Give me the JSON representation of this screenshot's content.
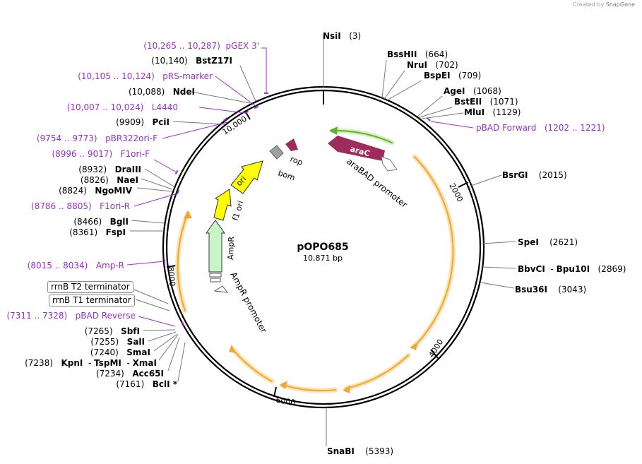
{
  "credit": {
    "prefix": "Created by",
    "brand": "SnapGene"
  },
  "plasmid": {
    "name": "pOPO685",
    "length_label": "10,871 bp",
    "length": 10871
  },
  "sites": [
    {
      "name": "NsiI",
      "pos": "(3)"
    },
    {
      "name": "BssHII",
      "pos": "(664)"
    },
    {
      "name": "NruI",
      "pos": "(702)"
    },
    {
      "name": "BspEI",
      "pos": "(709)"
    },
    {
      "name": "AgeI",
      "pos": "(1068)"
    },
    {
      "name": "BstEII",
      "pos": "(1071)"
    },
    {
      "name": "MluI",
      "pos": "(1129)"
    },
    {
      "name": "BsrGI",
      "pos": "(2015)"
    },
    {
      "name": "SpeI",
      "pos": "(2621)"
    },
    {
      "name": "BbvCI",
      "name2": "Bpu10I",
      "pos": "(2869)"
    },
    {
      "name": "Bsu36I",
      "pos": "(3043)"
    },
    {
      "name": "SnaBI",
      "pos": "(5393)"
    },
    {
      "name": "BclI *",
      "pos": "(7161)"
    },
    {
      "name": "Acc65I",
      "pos": "(7234)"
    },
    {
      "name": "KpnI",
      "name2": "TspMI",
      "name3": "XmaI",
      "pos": "(7238)"
    },
    {
      "name": "SmaI",
      "pos": "(7240)"
    },
    {
      "name": "SalI",
      "pos": "(7255)"
    },
    {
      "name": "SbfI",
      "pos": "(7265)"
    },
    {
      "name": "FspI",
      "pos": "(8361)"
    },
    {
      "name": "BglI",
      "pos": "(8466)"
    },
    {
      "name": "NgoMIV",
      "pos": "(8824)"
    },
    {
      "name": "NaeI",
      "pos": "(8826)"
    },
    {
      "name": "DraIII",
      "pos": "(8932)"
    },
    {
      "name": "PciI",
      "pos": "(9909)"
    },
    {
      "name": "NdeI",
      "pos": "(10,088)"
    },
    {
      "name": "BstZ17I",
      "pos": "(10,140)"
    }
  ],
  "primers": [
    {
      "name": "pGEX 3'",
      "pos": "(10,265 .. 10,287)"
    },
    {
      "name": "pRS-marker",
      "pos": "(10,105 .. 10,124)"
    },
    {
      "name": "L4440",
      "pos": "(10,007 .. 10,024)"
    },
    {
      "name": "pBR322ori-F",
      "pos": "(9754 .. 9773)"
    },
    {
      "name": "F1ori-F",
      "pos": "(8996 .. 9017)"
    },
    {
      "name": "F1ori-R",
      "pos": "(8786 .. 8805)"
    },
    {
      "name": "Amp-R",
      "pos": "(8015 .. 8034)"
    },
    {
      "name": "pBAD Reverse",
      "pos": "(7311 .. 7328)"
    },
    {
      "name": "pBAD Forward",
      "pos": "(1202 .. 1221)"
    }
  ],
  "terminators": [
    "rrnB T2 terminator",
    "rrnB T1 terminator"
  ],
  "features": {
    "araC": "araC",
    "araBAD": "araBAD promoter",
    "rop": "rop",
    "bom": "bom",
    "ori": "ori",
    "f1ori": "f1 ori",
    "ampR": "AmpR",
    "ampRpromoter": "AmpR promoter"
  },
  "ticks": [
    "2000",
    "4000",
    "6000",
    "8000",
    "10,000"
  ],
  "colors": {
    "backbone": "#000000",
    "primer": "#9b30c8",
    "orf": "#f0a830",
    "orf_glow": "#fbe3b4",
    "araC": "#9e2a5e",
    "ori": "#ffff00",
    "ampR": "#c8f5c8",
    "bom": "#a0a0a0",
    "rop": "#9e2a5e",
    "green_orf": "#60b030"
  }
}
